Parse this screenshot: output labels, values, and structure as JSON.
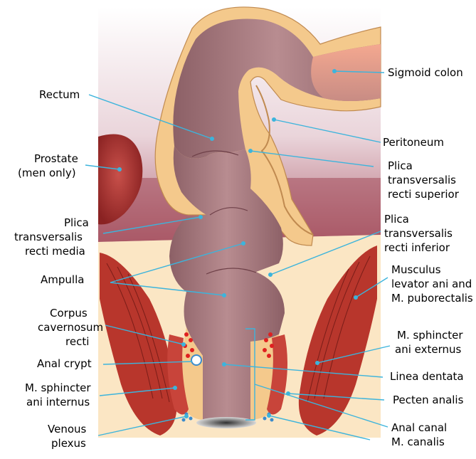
{
  "labels": {
    "sigmoid_colon": "Sigmoid colon",
    "rectum": "Rectum",
    "peritoneum": "Peritoneum",
    "prostate_l1": "Prostate",
    "prostate_l2": "(men only)",
    "plica_sup_l1": "Plica",
    "plica_sup_l2": "transversalis",
    "plica_sup_l3": "recti superior",
    "plica_media_l1": "Plica",
    "plica_media_l2": "transversalis",
    "plica_media_l3": "recti media",
    "plica_inf_l1": "Plica",
    "plica_inf_l2": "transversalis",
    "plica_inf_l3": "recti inferior",
    "ampulla": "Ampulla",
    "levator_l1": "Musculus",
    "levator_l2": "levator ani and",
    "levator_l3": "M. puborectalis",
    "corpus_l1": "Corpus",
    "corpus_l2": "cavernosum",
    "corpus_l3": "recti",
    "sph_ext_l1": "M. sphincter",
    "sph_ext_l2": "ani externus",
    "anal_crypt": "Anal crypt",
    "linea_dentata": "Linea dentata",
    "sph_int_l1": "M. sphincter",
    "sph_int_l2": "ani internus",
    "pecten_analis": "Pecten analis",
    "venous_l1": "Venous",
    "venous_l2": "plexus",
    "anal_canal_l1": "Anal canal",
    "anal_canal_l2": "M. canalis"
  },
  "colors": {
    "background_upper": "#f4e8ec",
    "pelvic_band": "#a24a5a",
    "fat": "#fbe0b8",
    "wall": "#f0c890",
    "lumen": "#9e7378",
    "muscle": "#b8362c",
    "prostate": "#a8302c",
    "leader_line": "#3cb4dc"
  }
}
